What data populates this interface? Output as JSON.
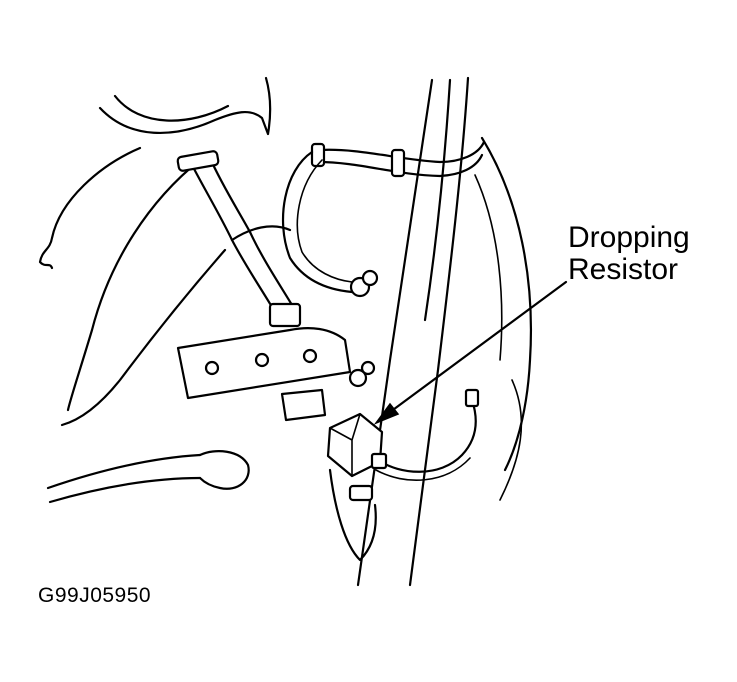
{
  "callout": {
    "line1": "Dropping",
    "line2": "Resistor"
  },
  "figure_id": "G99J05950"
}
